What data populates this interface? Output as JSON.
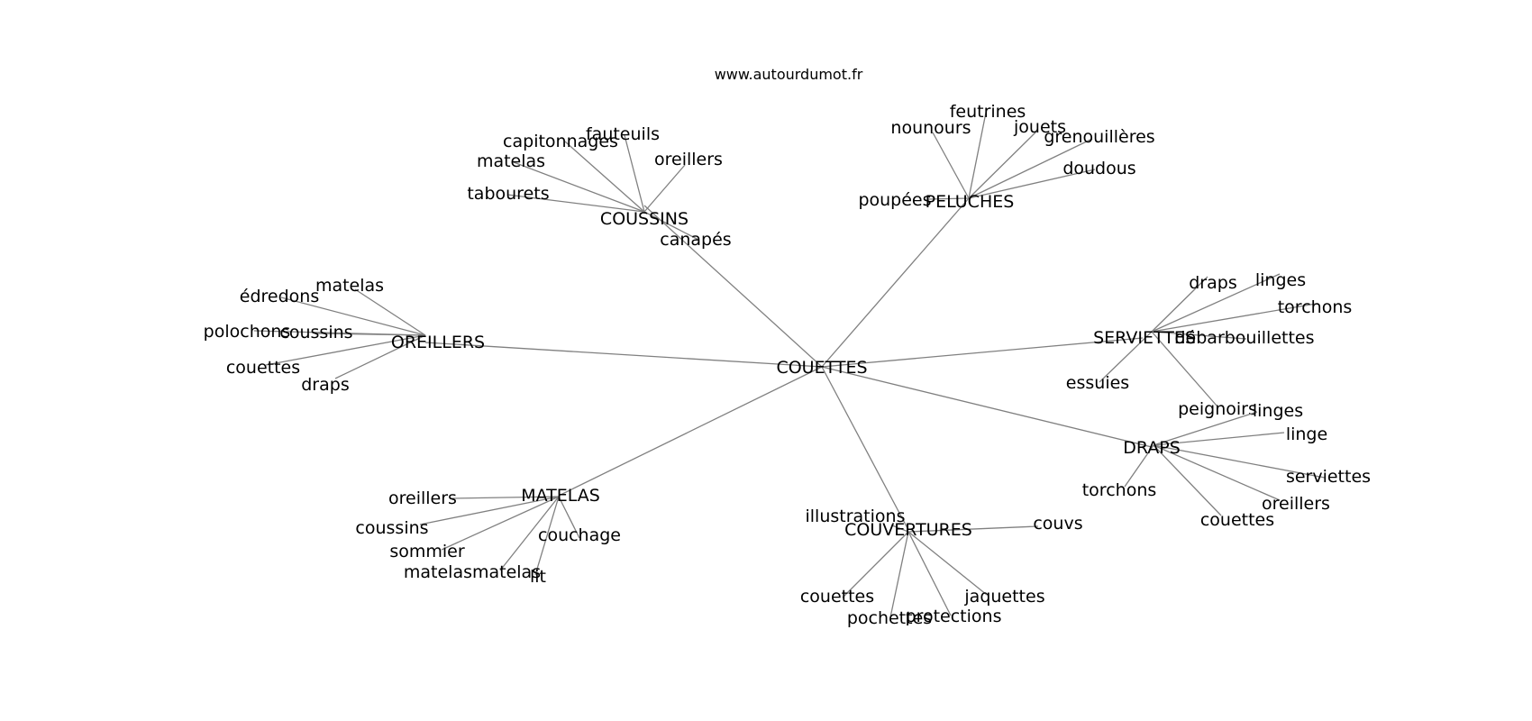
{
  "site": "www.autourdumot.fr",
  "center": "COUETTES",
  "clusters": [
    {
      "label": "COUSSINS",
      "leaves": [
        "fauteuils",
        "capitonnages",
        "matelas",
        "oreillers",
        "tabourets",
        "canapés"
      ]
    },
    {
      "label": "PELUCHES",
      "leaves": [
        "feutrines",
        "nounours",
        "jouets",
        "grenouillères",
        "doudous",
        "poupées"
      ]
    },
    {
      "label": "OREILLERS",
      "leaves": [
        "matelas",
        "édredons",
        "polochons",
        "coussins",
        "couettes",
        "draps"
      ]
    },
    {
      "label": "SERVIETTES",
      "leaves": [
        "draps",
        "linges",
        "torchons",
        "débarbouillettes",
        "essuies",
        "peignoirs"
      ]
    },
    {
      "label": "DRAPS",
      "leaves": [
        "linges",
        "linge",
        "serviettes",
        "oreillers",
        "couettes",
        "torchons"
      ]
    },
    {
      "label": "COUVERTURES",
      "leaves": [
        "illustrations",
        "couvs",
        "couettes",
        "pochettes",
        "protections",
        "jaquettes"
      ]
    },
    {
      "label": "MATELAS",
      "leaves": [
        "oreillers",
        "coussins",
        "sommier",
        "matelasmatelas",
        "lit",
        "couchage"
      ]
    }
  ]
}
